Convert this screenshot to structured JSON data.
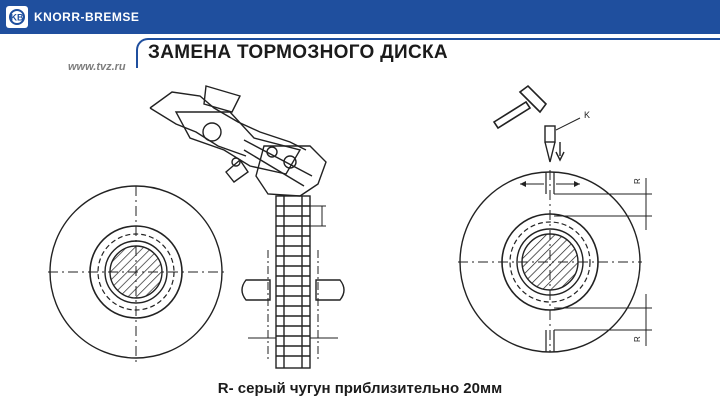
{
  "header": {
    "brand": "KNORR-BREMSE",
    "website": "www.tvz.ru",
    "title": "ЗАМЕНА ТОРМОЗНОГО ДИСКА",
    "brand_color": "#1f4f9e"
  },
  "drawing_labels": {
    "k_label": "K",
    "r_label": "R"
  },
  "caption": "R- серый чугун приблизительно 20мм"
}
